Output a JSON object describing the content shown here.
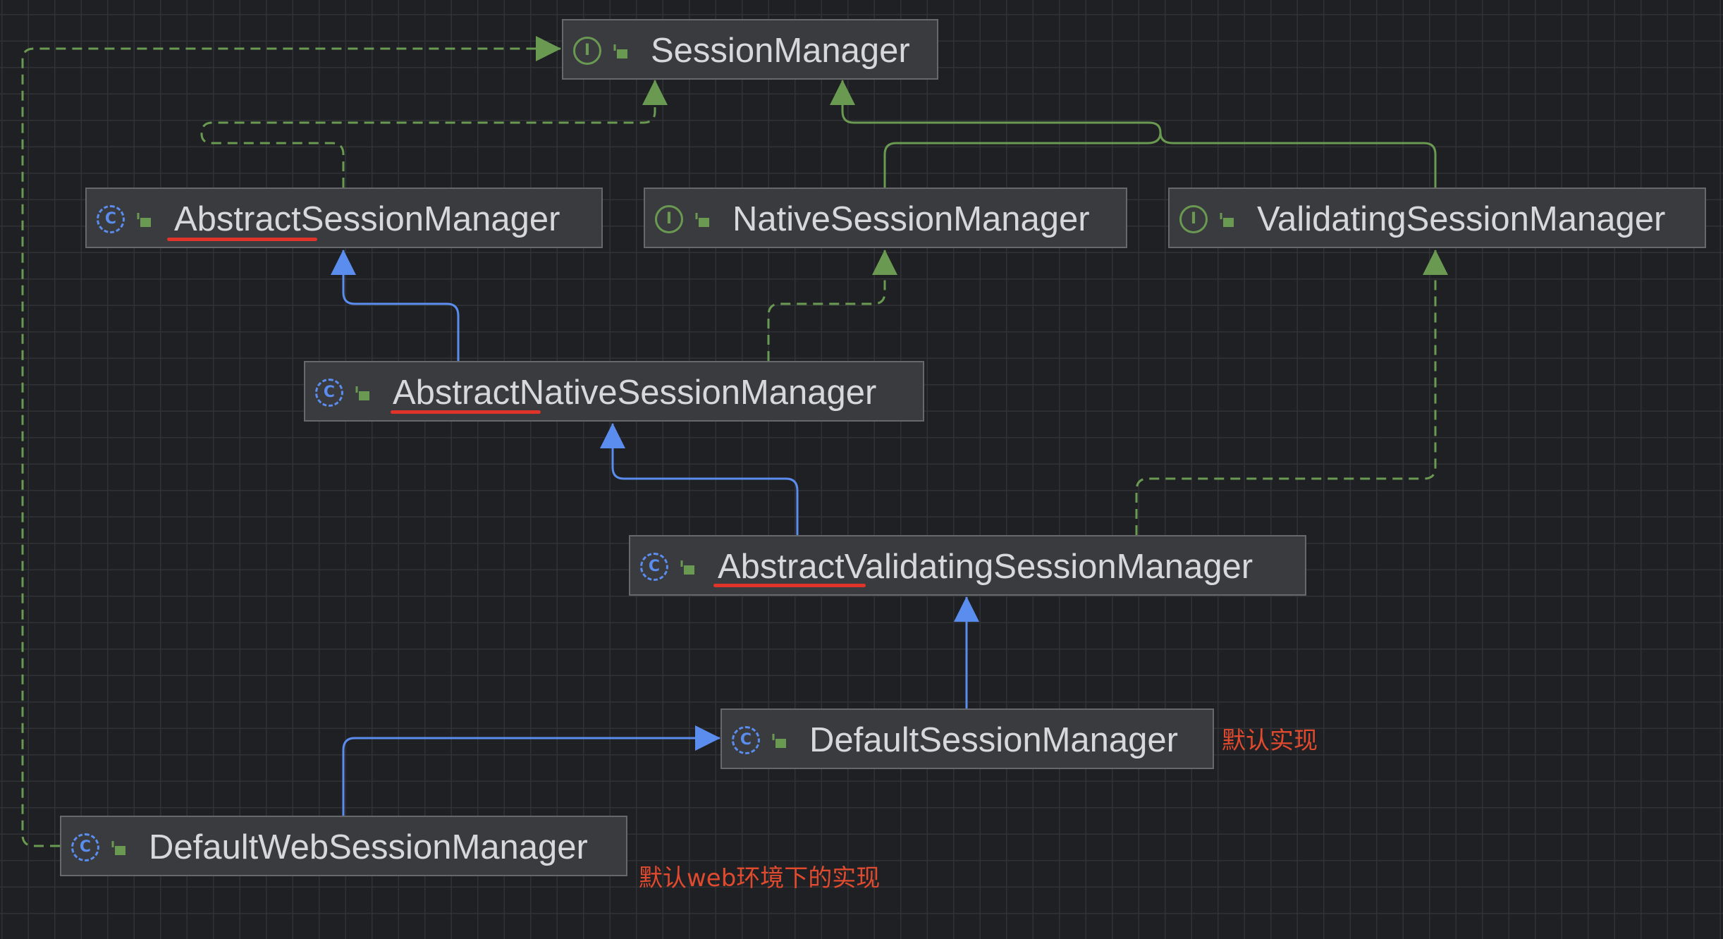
{
  "nodes": {
    "session_manager": {
      "name": "SessionManager",
      "kind": "interface",
      "kind_letter": "I"
    },
    "abstract_session_manager": {
      "name": "AbstractSessionManager",
      "kind": "class",
      "kind_letter": "C"
    },
    "native_session_manager": {
      "name": "NativeSessionManager",
      "kind": "interface",
      "kind_letter": "I"
    },
    "validating_session_manager": {
      "name": "ValidatingSessionManager",
      "kind": "interface",
      "kind_letter": "I"
    },
    "abstract_native_session_manager": {
      "name": "AbstractNativeSessionManager",
      "kind": "class",
      "kind_letter": "C"
    },
    "abstract_validating_session_manager": {
      "name": "AbstractValidatingSessionManager",
      "kind": "class",
      "kind_letter": "C"
    },
    "default_session_manager": {
      "name": "DefaultSessionManager",
      "kind": "class",
      "kind_letter": "C"
    },
    "default_web_session_manager": {
      "name": "DefaultWebSessionManager",
      "kind": "class",
      "kind_letter": "C"
    }
  },
  "notes": {
    "default_impl": "默认实现",
    "default_web_impl": "默认web环境下的实现"
  },
  "colors": {
    "background": "#1f2023",
    "grid": "#303236",
    "node_fill": "#3a3b3f",
    "node_border": "#66686c",
    "node_text": "#d6d8dc",
    "extends_edge": "#5b8def",
    "implements_edge": "#6a9a51",
    "highlight": "#e0332a",
    "note_text": "#e04a2f"
  },
  "icons": {
    "class": "class-c-icon",
    "interface": "interface-i-icon",
    "visibility": "public-lock-icon"
  },
  "edges": [
    {
      "from": "abstract_session_manager",
      "to": "session_manager",
      "relation": "implements"
    },
    {
      "from": "native_session_manager",
      "to": "session_manager",
      "relation": "extends"
    },
    {
      "from": "validating_session_manager",
      "to": "session_manager",
      "relation": "extends"
    },
    {
      "from": "abstract_native_session_manager",
      "to": "abstract_session_manager",
      "relation": "extends"
    },
    {
      "from": "abstract_native_session_manager",
      "to": "native_session_manager",
      "relation": "implements"
    },
    {
      "from": "abstract_validating_session_manager",
      "to": "abstract_native_session_manager",
      "relation": "extends"
    },
    {
      "from": "abstract_validating_session_manager",
      "to": "validating_session_manager",
      "relation": "implements"
    },
    {
      "from": "default_session_manager",
      "to": "abstract_validating_session_manager",
      "relation": "extends"
    },
    {
      "from": "default_web_session_manager",
      "to": "default_session_manager",
      "relation": "extends"
    },
    {
      "from": "default_web_session_manager",
      "to": "session_manager",
      "relation": "implements"
    }
  ]
}
